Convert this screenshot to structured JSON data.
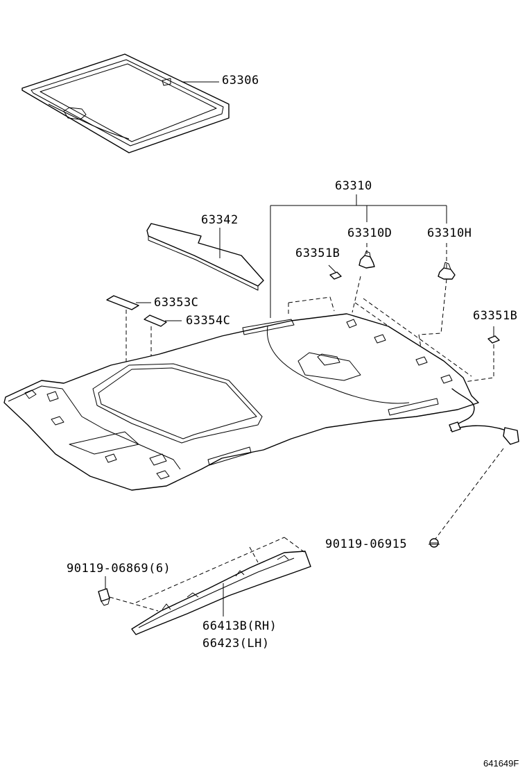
{
  "callouts": {
    "c63306": "63306",
    "c63310": "63310",
    "c63342": "63342",
    "c63310d": "63310D",
    "c63310h": "63310H",
    "c63351b_a": "63351B",
    "c63351b_b": "63351B",
    "c63353c": "63353C",
    "c63354c": "63354C",
    "c90119_06915": "90119-06915",
    "c90119_06869": "90119-06869(6)",
    "c66413b": "66413B(RH)",
    "c66423": "66423(LH)"
  },
  "diagram_id": "641649F",
  "colors": {
    "line": "#000000",
    "background": "#ffffff"
  }
}
